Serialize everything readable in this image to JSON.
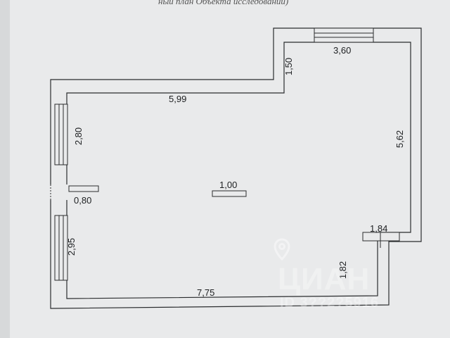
{
  "document": {
    "header_text": "ный план Объекта исследований)",
    "dimensions": {
      "top_wall_left": "5,99",
      "bay_offset": "1,50",
      "top_wall_right": "3,60",
      "right_wall": "5,62",
      "left_upper": "2,80",
      "partition": "1,00",
      "doorway": "0,80",
      "left_lower": "2,95",
      "bottom_wall": "7,75",
      "notch_width": "1,84",
      "notch_height": "1,82"
    },
    "watermark": {
      "brand": "ЦИАН",
      "id": "ID 3??2?5916"
    }
  },
  "colors": {
    "paper": "#e9eaeb",
    "background": "#d7d9da",
    "ink": "#2a2c2e"
  }
}
